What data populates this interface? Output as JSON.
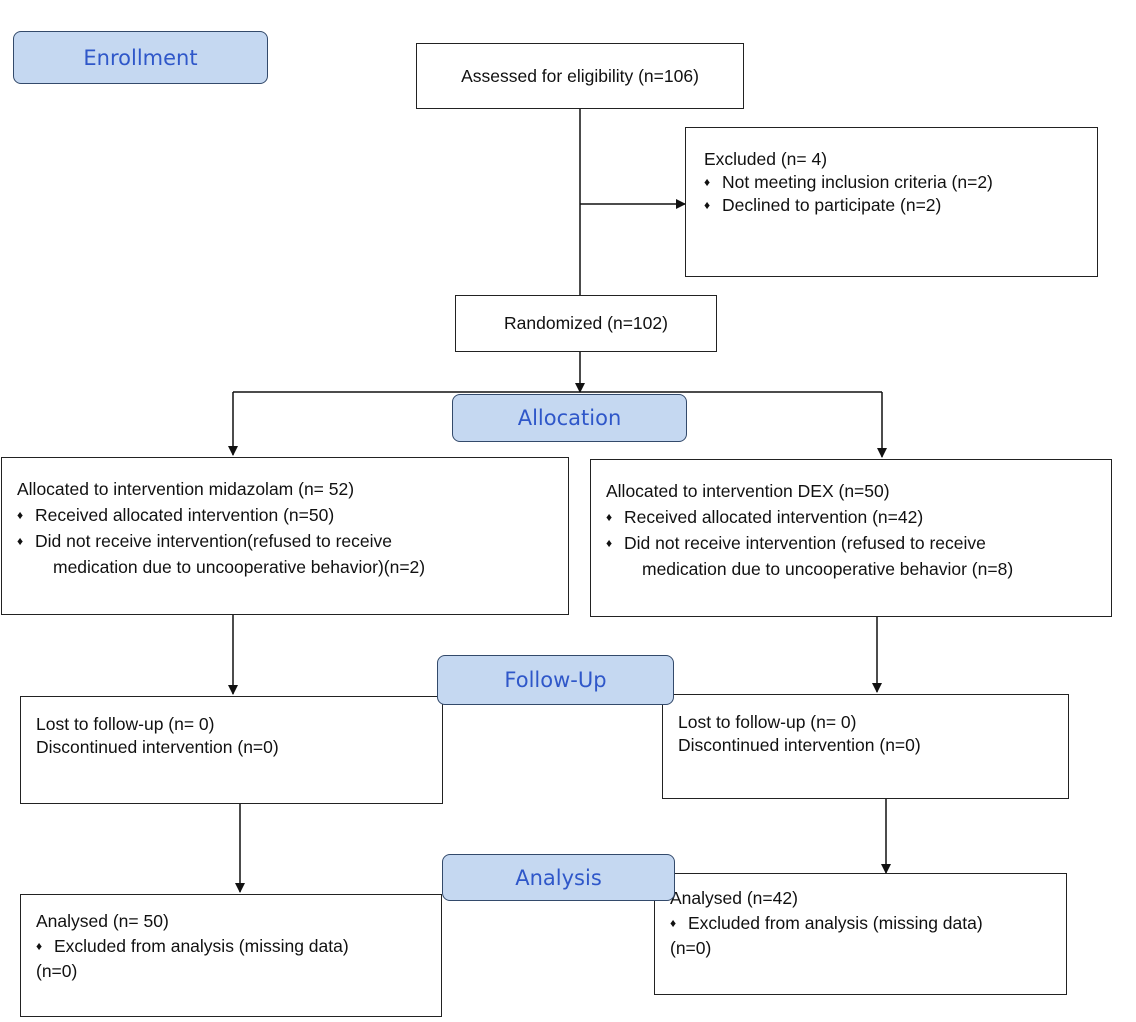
{
  "stages": {
    "enrollment": "Enrollment",
    "allocation": "Allocation",
    "follow_up": "Follow-Up",
    "analysis": "Analysis"
  },
  "assessed": "Assessed for eligibility (n=106)",
  "excluded": {
    "title": "Excluded (n= 4)",
    "items": [
      "Not meeting inclusion criteria (n=2)",
      "Declined to participate (n=2)"
    ]
  },
  "randomized": "Randomized (n=102)",
  "left_arm": {
    "allocated": "Allocated to intervention midazolam (n= 52)",
    "received": "Received allocated intervention (n=50)",
    "not_received_1": "Did not receive intervention(refused to receive",
    "not_received_2": "medication due to uncooperative behavior)(n=2)",
    "lost": "Lost to follow-up (n= 0)",
    "discontinued": "Discontinued intervention (n=0)",
    "analysed": "Analysed (n= 50)",
    "excluded_analysis": "Excluded from analysis (missing data)",
    "excluded_n": "(n=0)"
  },
  "right_arm": {
    "allocated": "Allocated to intervention DEX (n=50)",
    "received": "Received allocated intervention (n=42)",
    "not_received_1": "Did not receive intervention (refused to receive",
    "not_received_2": "medication due to uncooperative behavior (n=8)",
    "lost": "Lost to follow-up (n= 0)",
    "discontinued": "Discontinued intervention (n=0)",
    "analysed": "Analysed (n=42)",
    "excluded_analysis": "Excluded from analysis (missing data)",
    "excluded_n": "(n=0)"
  }
}
